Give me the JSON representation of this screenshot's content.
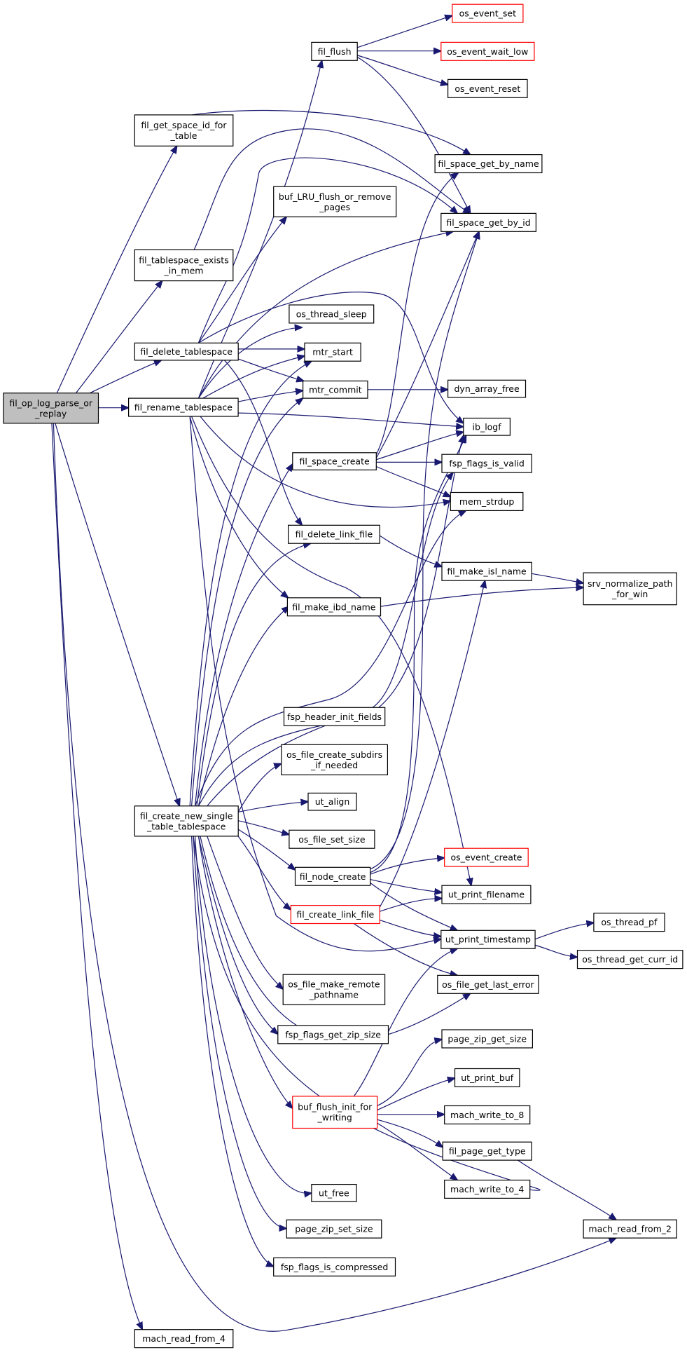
{
  "nodes": {
    "root": [
      "fil_op_log_parse_or",
      "_replay"
    ],
    "get_space_id": [
      "fil_get_space_id_for",
      "_table"
    ],
    "ts_exists": [
      "fil_tablespace_exists",
      "_in_mem"
    ],
    "delete_ts": [
      "fil_delete_tablespace"
    ],
    "rename_ts": [
      "fil_rename_tablespace"
    ],
    "create_single": [
      "fil_create_new_single",
      "_table_tablespace"
    ],
    "mach_read_4": [
      "mach_read_from_4"
    ],
    "fil_flush": [
      "fil_flush"
    ],
    "buf_lru": [
      "buf_LRU_flush_or_remove",
      "_pages"
    ],
    "os_thread_sleep": [
      "os_thread_sleep"
    ],
    "mtr_start": [
      "mtr_start"
    ],
    "mtr_commit": [
      "mtr_commit"
    ],
    "fil_space_create": [
      "fil_space_create"
    ],
    "fil_delete_link": [
      "fil_delete_link_file"
    ],
    "fil_make_ibd": [
      "fil_make_ibd_name"
    ],
    "fsp_header_init": [
      "fsp_header_init_fields"
    ],
    "os_file_create_subdirs": [
      "os_file_create_subdirs",
      "_if_needed"
    ],
    "ut_align": [
      "ut_align"
    ],
    "os_file_set_size": [
      "os_file_set_size"
    ],
    "fil_node_create": [
      "fil_node_create"
    ],
    "fil_create_link": [
      "fil_create_link_file"
    ],
    "os_file_make_remote": [
      "os_file_make_remote",
      "_pathname"
    ],
    "fsp_flags_get_zip": [
      "fsp_flags_get_zip_size"
    ],
    "buf_flush_init": [
      "buf_flush_init_for",
      "_writing"
    ],
    "ut_free": [
      "ut_free"
    ],
    "page_zip_set": [
      "page_zip_set_size"
    ],
    "fsp_flags_is_compressed": [
      "fsp_flags_is_compressed"
    ],
    "os_event_set": [
      "os_event_set"
    ],
    "os_event_wait_low": [
      "os_event_wait_low"
    ],
    "os_event_reset": [
      "os_event_reset"
    ],
    "fil_space_get_by_name": [
      "fil_space_get_by_name"
    ],
    "fil_space_get_by_id": [
      "fil_space_get_by_id"
    ],
    "dyn_array_free": [
      "dyn_array_free"
    ],
    "ib_logf": [
      "ib_logf"
    ],
    "fsp_flags_is_valid": [
      "fsp_flags_is_valid"
    ],
    "mem_strdup": [
      "mem_strdup"
    ],
    "fil_make_isl": [
      "fil_make_isl_name"
    ],
    "os_event_create": [
      "os_event_create"
    ],
    "ut_print_filename": [
      "ut_print_filename"
    ],
    "ut_print_timestamp": [
      "ut_print_timestamp"
    ],
    "os_file_get_last_error": [
      "os_file_get_last_error"
    ],
    "page_zip_get": [
      "page_zip_get_size"
    ],
    "ut_print_buf": [
      "ut_print_buf"
    ],
    "mach_write_8": [
      "mach_write_to_8"
    ],
    "fil_page_get_type": [
      "fil_page_get_type"
    ],
    "mach_write_4": [
      "mach_write_to_4"
    ],
    "srv_normalize": [
      "srv_normalize_path",
      "_for_win"
    ],
    "os_thread_pf": [
      "os_thread_pf"
    ],
    "os_thread_get_curr": [
      "os_thread_get_curr_id"
    ],
    "mach_read_2": [
      "mach_read_from_2"
    ]
  },
  "colors": {
    "edge": "#191970",
    "root_fill": "#bfbfbf",
    "red_border": "#ff0000"
  }
}
